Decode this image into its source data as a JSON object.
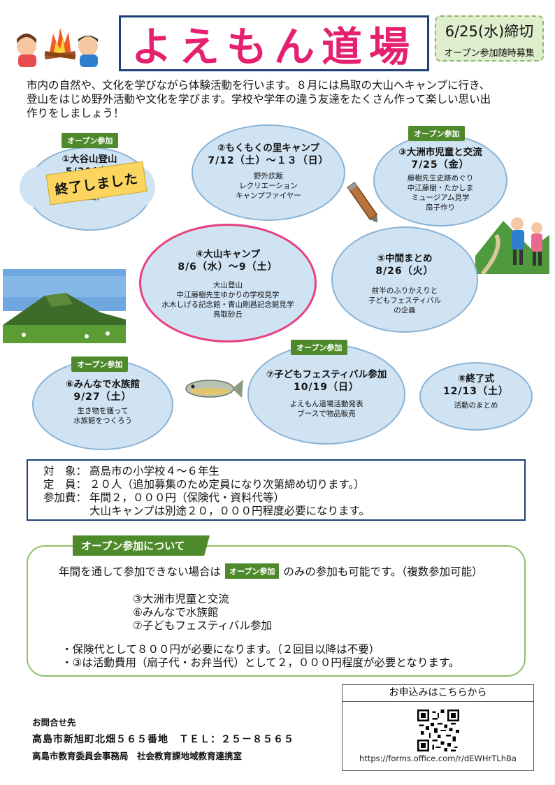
{
  "header": {
    "title": "よえもん道場",
    "deadline": "6/25(水)締切",
    "deadline_sub": "オープン参加随時募集"
  },
  "intro": {
    "line1": "市内の自然や、文化を学びながら体験活動を行います。８月には鳥取の大山へキャンプに行き、",
    "line2": "登山をはじめ野外活動や文化を学びます。学校や学年の違う友達をたくさん作って楽しい思い出",
    "line3": "作りをしましょう！"
  },
  "events": {
    "e1": {
      "title": "①大谷山登山",
      "date": "5/31(土)",
      "detail1": "(送迎)",
      "open": "オープン参加",
      "ended": "終了しました"
    },
    "e2": {
      "title": "②もくもくの里キャンプ",
      "date": "7/12（土）～１３（日）",
      "d1": "野外炊飯",
      "d2": "レクリエーション",
      "d3": "キャンプファイヤー"
    },
    "e3": {
      "title": "③大洲市児童と交流",
      "date": "7/25（金）",
      "d1": "藤樹先生史跡めぐり",
      "d2": "中江藤樹・たかしま",
      "d3": "ミュージアム見学",
      "d4": "扇子作り",
      "open": "オープン参加"
    },
    "e4": {
      "title": "④大山キャンプ",
      "date": "8/6（水）～9（土）",
      "d1": "大山登山",
      "d2": "中江藤樹先生ゆかりの学校見学",
      "d3": "水木しげる記念館・青山剛昌記念館見学",
      "d4": "鳥取砂丘"
    },
    "e5": {
      "title": "⑤中間まとめ",
      "date": "8/26（火）",
      "d1": "前半のふりかえりと",
      "d2": "子どもフェスティバル",
      "d3": "の企画"
    },
    "e6": {
      "title": "⑥みんなで水族館",
      "date": "9/27（土）",
      "d1": "生き物を獲って",
      "d2": "水族館をつくろう",
      "open": "オープン参加"
    },
    "e7": {
      "title": "⑦子どもフェスティバル参加",
      "date": "10/19（日）",
      "d1": "よえもん道場活動発表",
      "d2": "ブースで物品販売",
      "open": "オープン参加"
    },
    "e8": {
      "title": "⑧終了式",
      "date": "12/13（土）",
      "d1": "活動のまとめ"
    }
  },
  "info": {
    "target_key": "対　象：",
    "target_val": "高島市の小学校４～６年生",
    "capacity_key": "定　員：",
    "capacity_val": "２０人（追加募集のため定員になり次第締め切ります。）",
    "fee_key": "参加費：",
    "fee_val": "年間２，０００円（保険代・資料代等）",
    "fee_val2": "大山キャンプは別途２０，０００円程度必要になります。"
  },
  "open_section": {
    "heading": "オープン参加について",
    "line_pre": "年間を通して参加できない場合は",
    "tag": "オープン参加",
    "line_post": "のみの参加も可能です。（複数参加可能）",
    "items": [
      "③大洲市児童と交流",
      "⑥みんなで水族館",
      "⑦子どもフェスティバル参加"
    ],
    "note1": "・保険代として８００円が必要になります。（２回目以降は不要）",
    "note2": "・③は活動費用（扇子代・お弁当代）として２，０００円程度が必要となります。"
  },
  "contact": {
    "label": "お問合せ先",
    "address": "高島市新旭町北畑５６５番地　ＴＥＬ：２５－８５６５",
    "office": "高島市教育委員会事務局　社会教育課地域教育連携室"
  },
  "apply": {
    "title": "お申込みはこちらから",
    "url": "https://forms.office.com/r/dEWHrTLhBa"
  },
  "colors": {
    "title_pink": "#e5206e",
    "green_tag": "#4e8a2c",
    "cloud_fill": "#cfe3f3",
    "navy_border": "#1d3f7a"
  }
}
